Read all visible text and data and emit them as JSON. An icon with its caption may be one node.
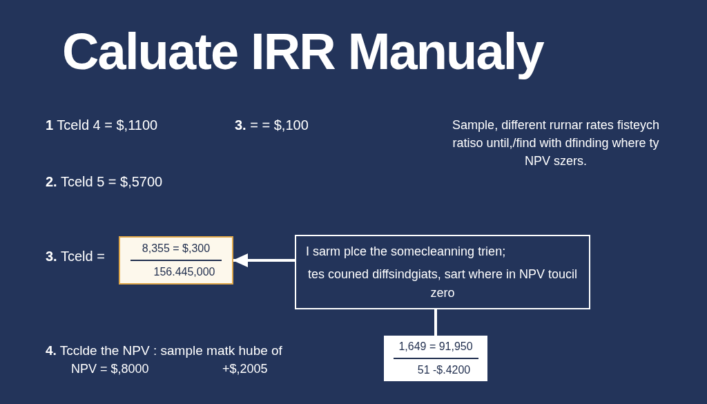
{
  "diagram": {
    "title": "Caluate IRR Manualy",
    "nodes": [
      {
        "text": [
          "8,355 = $,300",
          "156.445,000"
        ]
      },
      {
        "text": [
          "I sarm plce the somecleanning trien;",
          "tes couned diffsindgiats, sart where in NPV toucil zero"
        ]
      },
      {
        "text": [
          "1,649 = 91,950",
          "51 -$.4200"
        ]
      }
    ],
    "edges": [
      {
        "from": 1,
        "to": 0,
        "arrow": "to"
      },
      {
        "from": 1,
        "to": 2,
        "arrow": "none"
      }
    ],
    "labels": [
      "**1** Tceld 4 = $,1100",
      "**3.** = = $,100",
      "Sample, different rurnar rates fisteych ratiso until,/find with dfinding where ty NPV szers.",
      "**2.** Tceld 5 = $,5700",
      "**3.** Tceld =",
      "**4.** Tcclde the NPV : sample matk hube of",
      "NPV = $,8000",
      "+$,2005"
    ]
  }
}
